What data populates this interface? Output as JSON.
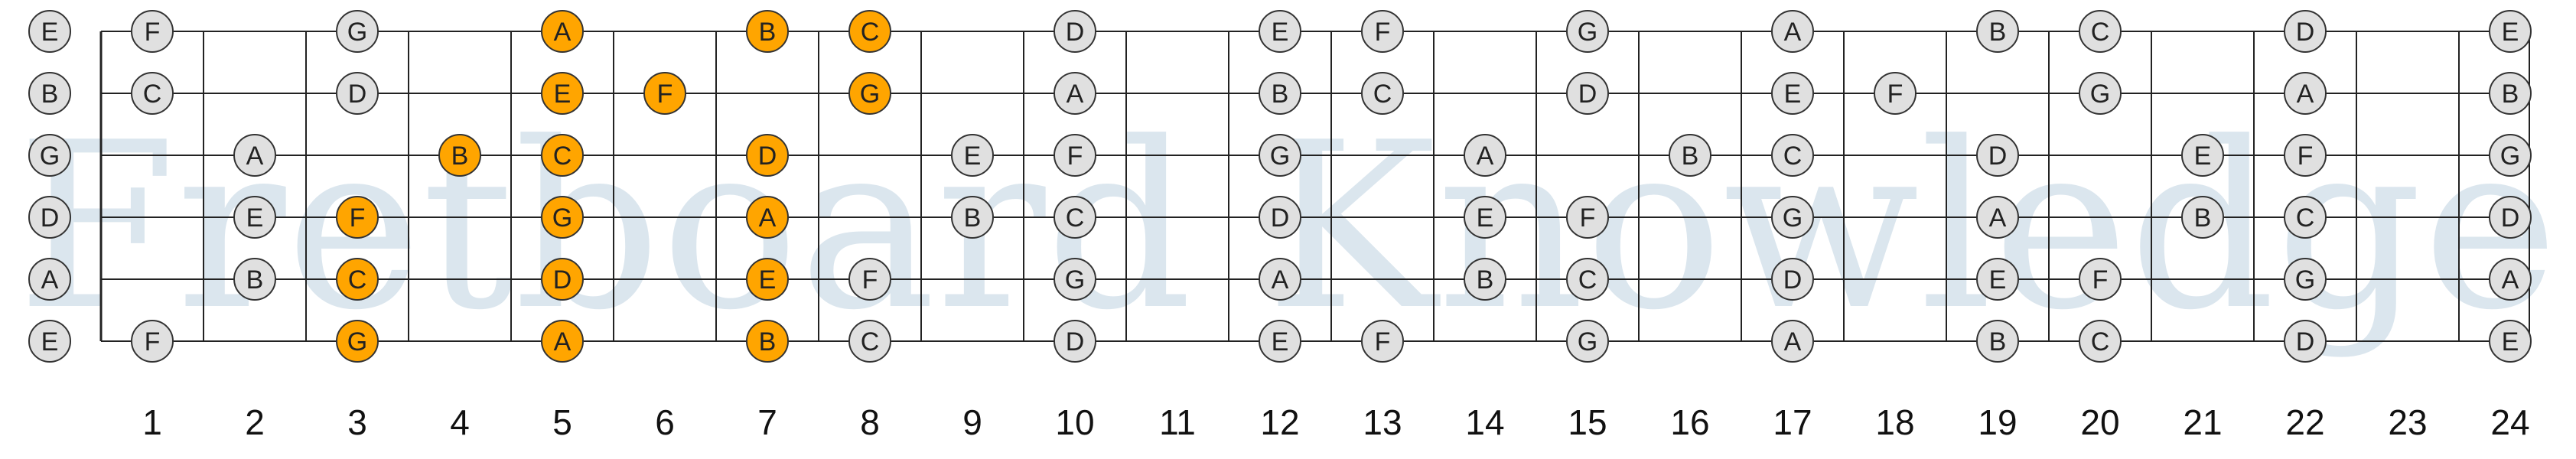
{
  "watermark_text": "Fretboard Knowledge",
  "colors": {
    "line": "#222222",
    "note_fill": "#e0e0e0",
    "highlight_fill": "#ffa500",
    "note_stroke": "#333333",
    "watermark": "#dbe6ee"
  },
  "open_strings": [
    "E",
    "B",
    "G",
    "D",
    "A",
    "E"
  ],
  "fret_numbers": [
    "1",
    "2",
    "3",
    "4",
    "5",
    "6",
    "7",
    "8",
    "9",
    "10",
    "11",
    "12",
    "13",
    "14",
    "15",
    "16",
    "17",
    "18",
    "19",
    "20",
    "21",
    "22",
    "23",
    "24"
  ],
  "notes": [
    {
      "fret": 1,
      "string": 0,
      "note": "F",
      "highlight": false
    },
    {
      "fret": 1,
      "string": 1,
      "note": "C",
      "highlight": false
    },
    {
      "fret": 1,
      "string": 5,
      "note": "F",
      "highlight": false
    },
    {
      "fret": 2,
      "string": 2,
      "note": "A",
      "highlight": false
    },
    {
      "fret": 2,
      "string": 3,
      "note": "E",
      "highlight": false
    },
    {
      "fret": 2,
      "string": 4,
      "note": "B",
      "highlight": false
    },
    {
      "fret": 3,
      "string": 0,
      "note": "G",
      "highlight": false
    },
    {
      "fret": 3,
      "string": 1,
      "note": "D",
      "highlight": false
    },
    {
      "fret": 3,
      "string": 3,
      "note": "F",
      "highlight": true
    },
    {
      "fret": 3,
      "string": 4,
      "note": "C",
      "highlight": true
    },
    {
      "fret": 3,
      "string": 5,
      "note": "G",
      "highlight": true
    },
    {
      "fret": 4,
      "string": 2,
      "note": "B",
      "highlight": true
    },
    {
      "fret": 5,
      "string": 0,
      "note": "A",
      "highlight": true
    },
    {
      "fret": 5,
      "string": 1,
      "note": "E",
      "highlight": true
    },
    {
      "fret": 5,
      "string": 2,
      "note": "C",
      "highlight": true
    },
    {
      "fret": 5,
      "string": 3,
      "note": "G",
      "highlight": true
    },
    {
      "fret": 5,
      "string": 4,
      "note": "D",
      "highlight": true
    },
    {
      "fret": 5,
      "string": 5,
      "note": "A",
      "highlight": true
    },
    {
      "fret": 6,
      "string": 1,
      "note": "F",
      "highlight": true
    },
    {
      "fret": 7,
      "string": 0,
      "note": "B",
      "highlight": true
    },
    {
      "fret": 7,
      "string": 2,
      "note": "D",
      "highlight": true
    },
    {
      "fret": 7,
      "string": 3,
      "note": "A",
      "highlight": true
    },
    {
      "fret": 7,
      "string": 4,
      "note": "E",
      "highlight": true
    },
    {
      "fret": 7,
      "string": 5,
      "note": "B",
      "highlight": true
    },
    {
      "fret": 8,
      "string": 0,
      "note": "C",
      "highlight": true
    },
    {
      "fret": 8,
      "string": 1,
      "note": "G",
      "highlight": true
    },
    {
      "fret": 8,
      "string": 4,
      "note": "F",
      "highlight": false
    },
    {
      "fret": 8,
      "string": 5,
      "note": "C",
      "highlight": false
    },
    {
      "fret": 9,
      "string": 2,
      "note": "E",
      "highlight": false
    },
    {
      "fret": 9,
      "string": 3,
      "note": "B",
      "highlight": false
    },
    {
      "fret": 10,
      "string": 0,
      "note": "D",
      "highlight": false
    },
    {
      "fret": 10,
      "string": 1,
      "note": "A",
      "highlight": false
    },
    {
      "fret": 10,
      "string": 2,
      "note": "F",
      "highlight": false
    },
    {
      "fret": 10,
      "string": 3,
      "note": "C",
      "highlight": false
    },
    {
      "fret": 10,
      "string": 4,
      "note": "G",
      "highlight": false
    },
    {
      "fret": 10,
      "string": 5,
      "note": "D",
      "highlight": false
    },
    {
      "fret": 12,
      "string": 0,
      "note": "E",
      "highlight": false
    },
    {
      "fret": 12,
      "string": 1,
      "note": "B",
      "highlight": false
    },
    {
      "fret": 12,
      "string": 2,
      "note": "G",
      "highlight": false
    },
    {
      "fret": 12,
      "string": 3,
      "note": "D",
      "highlight": false
    },
    {
      "fret": 12,
      "string": 4,
      "note": "A",
      "highlight": false
    },
    {
      "fret": 12,
      "string": 5,
      "note": "E",
      "highlight": false
    },
    {
      "fret": 13,
      "string": 0,
      "note": "F",
      "highlight": false
    },
    {
      "fret": 13,
      "string": 1,
      "note": "C",
      "highlight": false
    },
    {
      "fret": 13,
      "string": 5,
      "note": "F",
      "highlight": false
    },
    {
      "fret": 14,
      "string": 2,
      "note": "A",
      "highlight": false
    },
    {
      "fret": 14,
      "string": 3,
      "note": "E",
      "highlight": false
    },
    {
      "fret": 14,
      "string": 4,
      "note": "B",
      "highlight": false
    },
    {
      "fret": 15,
      "string": 0,
      "note": "G",
      "highlight": false
    },
    {
      "fret": 15,
      "string": 1,
      "note": "D",
      "highlight": false
    },
    {
      "fret": 15,
      "string": 3,
      "note": "F",
      "highlight": false
    },
    {
      "fret": 15,
      "string": 4,
      "note": "C",
      "highlight": false
    },
    {
      "fret": 15,
      "string": 5,
      "note": "G",
      "highlight": false
    },
    {
      "fret": 16,
      "string": 2,
      "note": "B",
      "highlight": false
    },
    {
      "fret": 17,
      "string": 0,
      "note": "A",
      "highlight": false
    },
    {
      "fret": 17,
      "string": 1,
      "note": "E",
      "highlight": false
    },
    {
      "fret": 17,
      "string": 2,
      "note": "C",
      "highlight": false
    },
    {
      "fret": 17,
      "string": 3,
      "note": "G",
      "highlight": false
    },
    {
      "fret": 17,
      "string": 4,
      "note": "D",
      "highlight": false
    },
    {
      "fret": 17,
      "string": 5,
      "note": "A",
      "highlight": false
    },
    {
      "fret": 18,
      "string": 1,
      "note": "F",
      "highlight": false
    },
    {
      "fret": 19,
      "string": 0,
      "note": "B",
      "highlight": false
    },
    {
      "fret": 19,
      "string": 2,
      "note": "D",
      "highlight": false
    },
    {
      "fret": 19,
      "string": 3,
      "note": "A",
      "highlight": false
    },
    {
      "fret": 19,
      "string": 4,
      "note": "E",
      "highlight": false
    },
    {
      "fret": 19,
      "string": 5,
      "note": "B",
      "highlight": false
    },
    {
      "fret": 20,
      "string": 0,
      "note": "C",
      "highlight": false
    },
    {
      "fret": 20,
      "string": 1,
      "note": "G",
      "highlight": false
    },
    {
      "fret": 20,
      "string": 4,
      "note": "F",
      "highlight": false
    },
    {
      "fret": 20,
      "string": 5,
      "note": "C",
      "highlight": false
    },
    {
      "fret": 21,
      "string": 2,
      "note": "E",
      "highlight": false
    },
    {
      "fret": 21,
      "string": 3,
      "note": "B",
      "highlight": false
    },
    {
      "fret": 22,
      "string": 0,
      "note": "D",
      "highlight": false
    },
    {
      "fret": 22,
      "string": 1,
      "note": "A",
      "highlight": false
    },
    {
      "fret": 22,
      "string": 2,
      "note": "F",
      "highlight": false
    },
    {
      "fret": 22,
      "string": 3,
      "note": "C",
      "highlight": false
    },
    {
      "fret": 22,
      "string": 4,
      "note": "G",
      "highlight": false
    },
    {
      "fret": 22,
      "string": 5,
      "note": "D",
      "highlight": false
    },
    {
      "fret": 24,
      "string": 0,
      "note": "E",
      "highlight": false
    },
    {
      "fret": 24,
      "string": 1,
      "note": "B",
      "highlight": false
    },
    {
      "fret": 24,
      "string": 2,
      "note": "G",
      "highlight": false
    },
    {
      "fret": 24,
      "string": 3,
      "note": "D",
      "highlight": false
    },
    {
      "fret": 24,
      "string": 4,
      "note": "A",
      "highlight": false
    },
    {
      "fret": 24,
      "string": 5,
      "note": "E",
      "highlight": false
    }
  ]
}
